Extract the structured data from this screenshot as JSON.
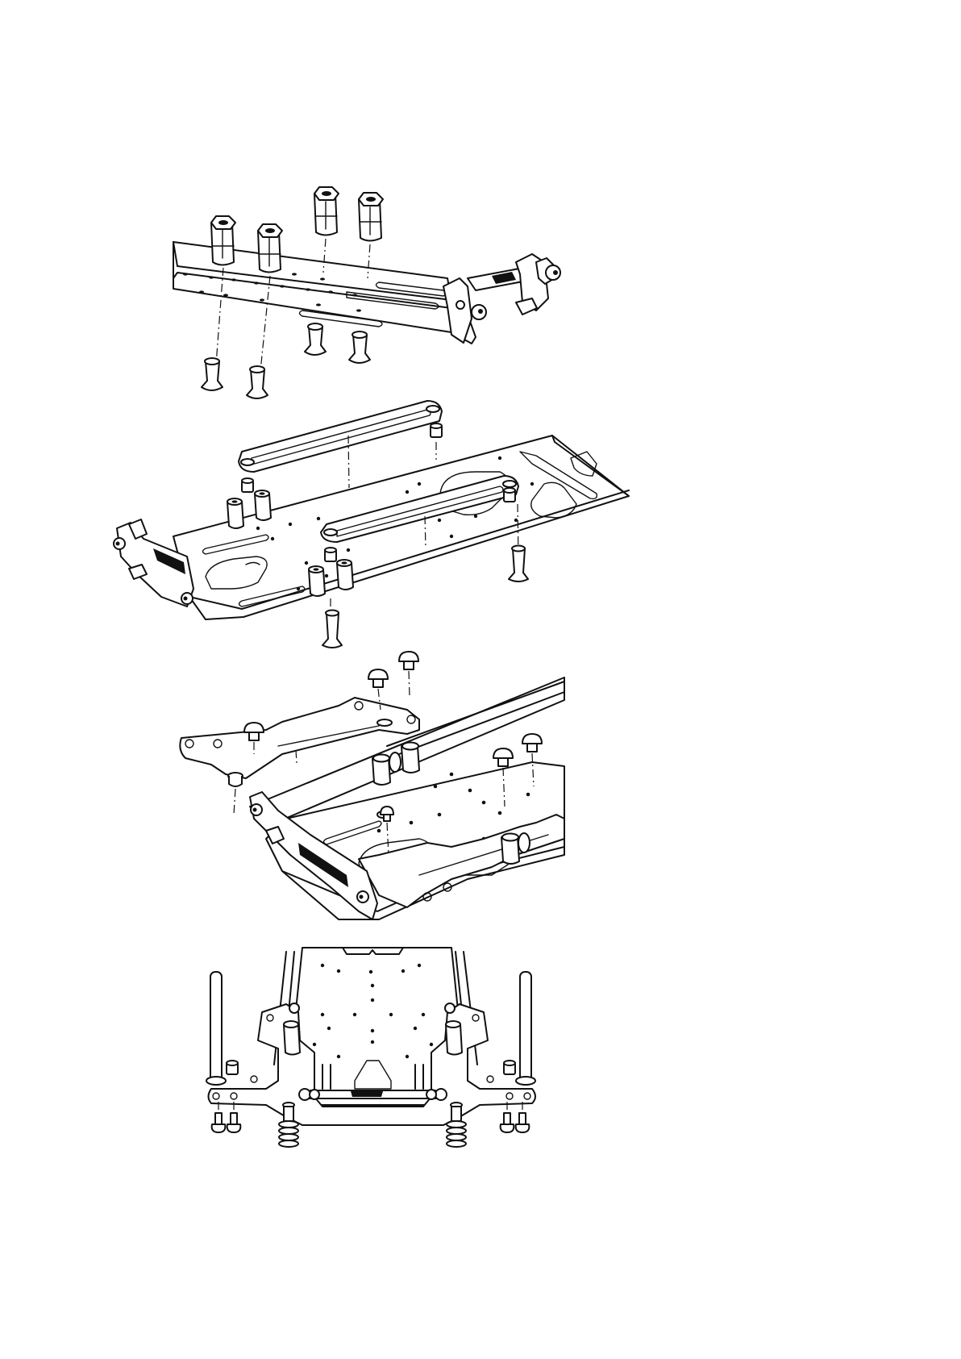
{
  "page": {
    "background": "#ffffff",
    "line_color": "#111111"
  },
  "figures": [
    {
      "name": "step-1-standoffs-on-chassis"
    },
    {
      "name": "step-2-top-deck-and-posts"
    },
    {
      "name": "step-3-suspension-plates"
    },
    {
      "name": "step-4-rear-view-with-springs"
    }
  ]
}
